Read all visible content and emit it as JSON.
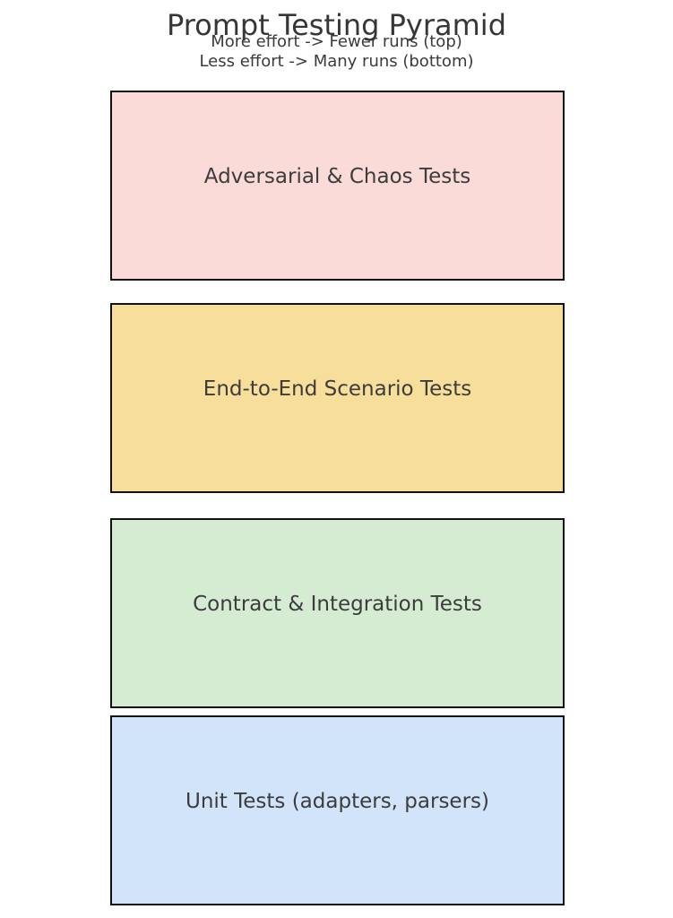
{
  "title": "Prompt Testing Pyramid",
  "subtitle": {
    "line1": "More effort -> Fewer runs (top)",
    "line2": "Less effort -> Many runs (bottom)"
  },
  "layers": [
    {
      "label": "Adversarial & Chaos Tests",
      "fill": "#fadbd8"
    },
    {
      "label": "End-to-End Scenario Tests",
      "fill": "#f8de9b"
    },
    {
      "label": "Contract & Integration Tests",
      "fill": "#d5ecd3"
    },
    {
      "label": "Unit Tests (adapters, parsers)",
      "fill": "#d1e4fa"
    }
  ],
  "style": {
    "border_color": "#111111",
    "text_color": "#3c3c3c",
    "background": "#ffffff"
  }
}
